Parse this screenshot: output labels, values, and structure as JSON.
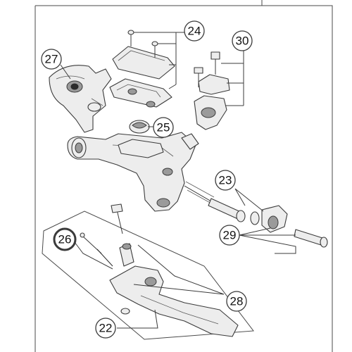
{
  "highlight_color": "#e8731c",
  "callouts": {
    "c22": "22",
    "c23": "23",
    "c24": "24",
    "c25": "25",
    "c26": "26",
    "c27": "27",
    "c28": "28",
    "c29": "29",
    "c30": "30"
  },
  "highlighted_callout": "26"
}
